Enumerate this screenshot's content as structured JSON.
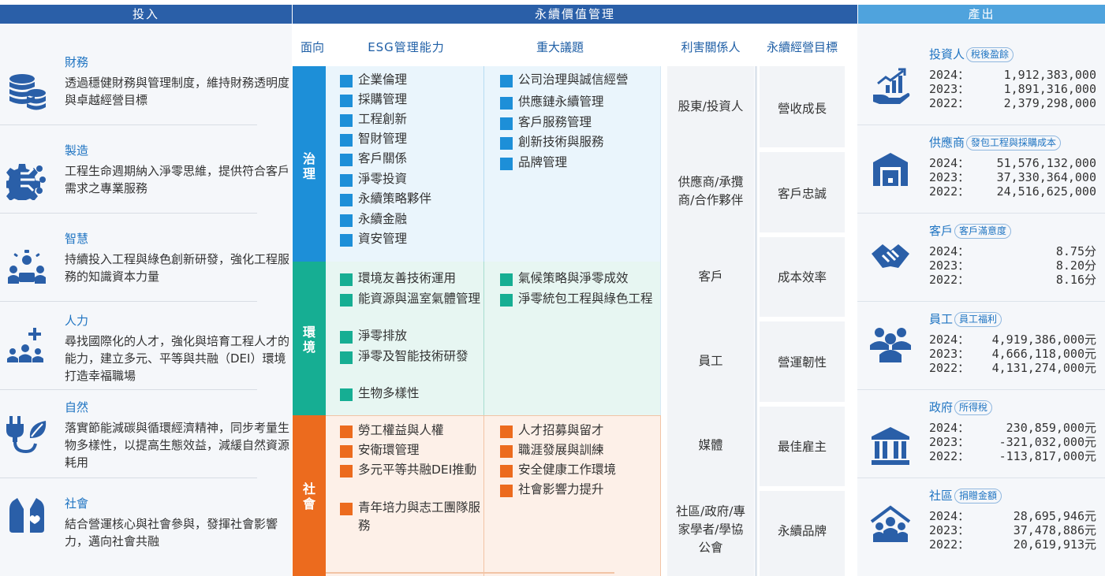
{
  "headers": {
    "input": "投入",
    "middle": "永續價值管理",
    "output": "產出"
  },
  "colors": {
    "blue_dark": "#2a5fa8",
    "blue_light": "#4fa3dd",
    "governance": "#1d8fd8",
    "environment": "#16ae93",
    "social": "#ec6b1e"
  },
  "inputs": [
    {
      "title": "財務",
      "desc": "透過穩健財務與管理制度，維持財務透明度與卓越經營目標",
      "icon": "coins-icon"
    },
    {
      "title": "製造",
      "desc": "工程生命週期納入淨零思維，提供符合客戶需求之專業服務",
      "icon": "gear-circuit-icon"
    },
    {
      "title": "智慧",
      "desc": "持續投入工程與綠色創新研發，強化工程服務的知識資本力量",
      "icon": "idea-people-icon"
    },
    {
      "title": "人力",
      "desc": "尋找國際化的人才，強化與培育工程人才的能力，建立多元、平等與共融（DEI）環境打造幸福職場",
      "icon": "people-plus-icon"
    },
    {
      "title": "自然",
      "desc": "落實節能減碳與循環經濟精神，同步考量生物多樣性，以提高生態效益，減緩自然資源耗用",
      "icon": "plug-leaf-icon"
    },
    {
      "title": "社會",
      "desc": "結合營運核心與社會參與，發揮社會影響力，邁向社會共融",
      "icon": "vest-heart-icon"
    }
  ],
  "middle": {
    "col_headers": {
      "aspect": "面向",
      "esg": "ESG管理能力",
      "material": "重大議題",
      "stakeholders": "利害關係人",
      "goals": "永續經營目標"
    },
    "categories": [
      {
        "name": "治理",
        "esg": [
          "企業倫理",
          "採購管理",
          "工程創新",
          "智財管理",
          "客戶關係",
          "淨零投資",
          "永續策略夥伴",
          "永續金融",
          "資安管理"
        ],
        "material": [
          "公司治理與誠信經營",
          "供應鏈永續管理",
          "客戶服務管理",
          "創新技術與服務",
          "品牌管理"
        ]
      },
      {
        "name": "環境",
        "esg": [
          "環境友善技術運用",
          "能資源與溫室氣體管理",
          "淨零排放",
          "淨零及智能技術研發",
          "生物多樣性"
        ],
        "material": [
          "氣候策略與淨零成效",
          "淨零統包工程與綠色工程"
        ]
      },
      {
        "name": "社會",
        "esg": [
          "勞工權益與人權",
          "安衛環管理",
          "多元平等共融DEI推動",
          "青年培力與志工團隊服務"
        ],
        "material": [
          "人才招募與留才",
          "職涯發展與訓練",
          "安全健康工作環境",
          "社會影響力提升"
        ]
      }
    ],
    "stakeholders": [
      "股東/投資人",
      "供應商/承攬商/合作夥伴",
      "客戶",
      "員工",
      "媒體",
      "社區/政府/專家學者/學協公會"
    ],
    "goals": [
      "營收成長",
      "客戶忠誠",
      "成本效率",
      "營運韌性",
      "最佳雇主",
      "永續品牌"
    ]
  },
  "outputs": [
    {
      "title": "投資人",
      "badge": "稅後盈餘",
      "icon": "growth-hand-icon",
      "rows": [
        {
          "year": "2024：",
          "value": "1,912,383,000"
        },
        {
          "year": "2023：",
          "value": "1,891,316,000"
        },
        {
          "year": "2022：",
          "value": "2,379,298,000"
        }
      ]
    },
    {
      "title": "供應商",
      "badge": "發包工程與採購成本",
      "icon": "warehouse-icon",
      "rows": [
        {
          "year": "2024：",
          "value": "51,576,132,000"
        },
        {
          "year": "2023：",
          "value": "37,330,364,000"
        },
        {
          "year": "2022：",
          "value": "24,516,625,000"
        }
      ]
    },
    {
      "title": "客戶",
      "badge": "客戶滿意度",
      "icon": "handshake-icon",
      "rows": [
        {
          "year": "2024：",
          "value": "8.75分"
        },
        {
          "year": "2023：",
          "value": "8.20分"
        },
        {
          "year": "2022：",
          "value": "8.16分"
        }
      ]
    },
    {
      "title": "員工",
      "badge": "員工福利",
      "icon": "team-icon",
      "rows": [
        {
          "year": "2024：",
          "value": "4,919,386,000元"
        },
        {
          "year": "2023：",
          "value": "4,666,118,000元"
        },
        {
          "year": "2022：",
          "value": "4,131,274,000元"
        }
      ]
    },
    {
      "title": "政府",
      "badge": "所得稅",
      "icon": "government-icon",
      "rows": [
        {
          "year": "2024：",
          "value": "230,859,000元"
        },
        {
          "year": "2023：",
          "value": "-321,032,000元"
        },
        {
          "year": "2022：",
          "value": "-113,817,000元"
        }
      ]
    },
    {
      "title": "社區",
      "badge": "捐贈金額",
      "icon": "community-icon",
      "rows": [
        {
          "year": "2024：",
          "value": "28,695,946元"
        },
        {
          "year": "2023：",
          "value": "37,478,886元"
        },
        {
          "year": "2022：",
          "value": "20,619,913元"
        }
      ]
    }
  ]
}
